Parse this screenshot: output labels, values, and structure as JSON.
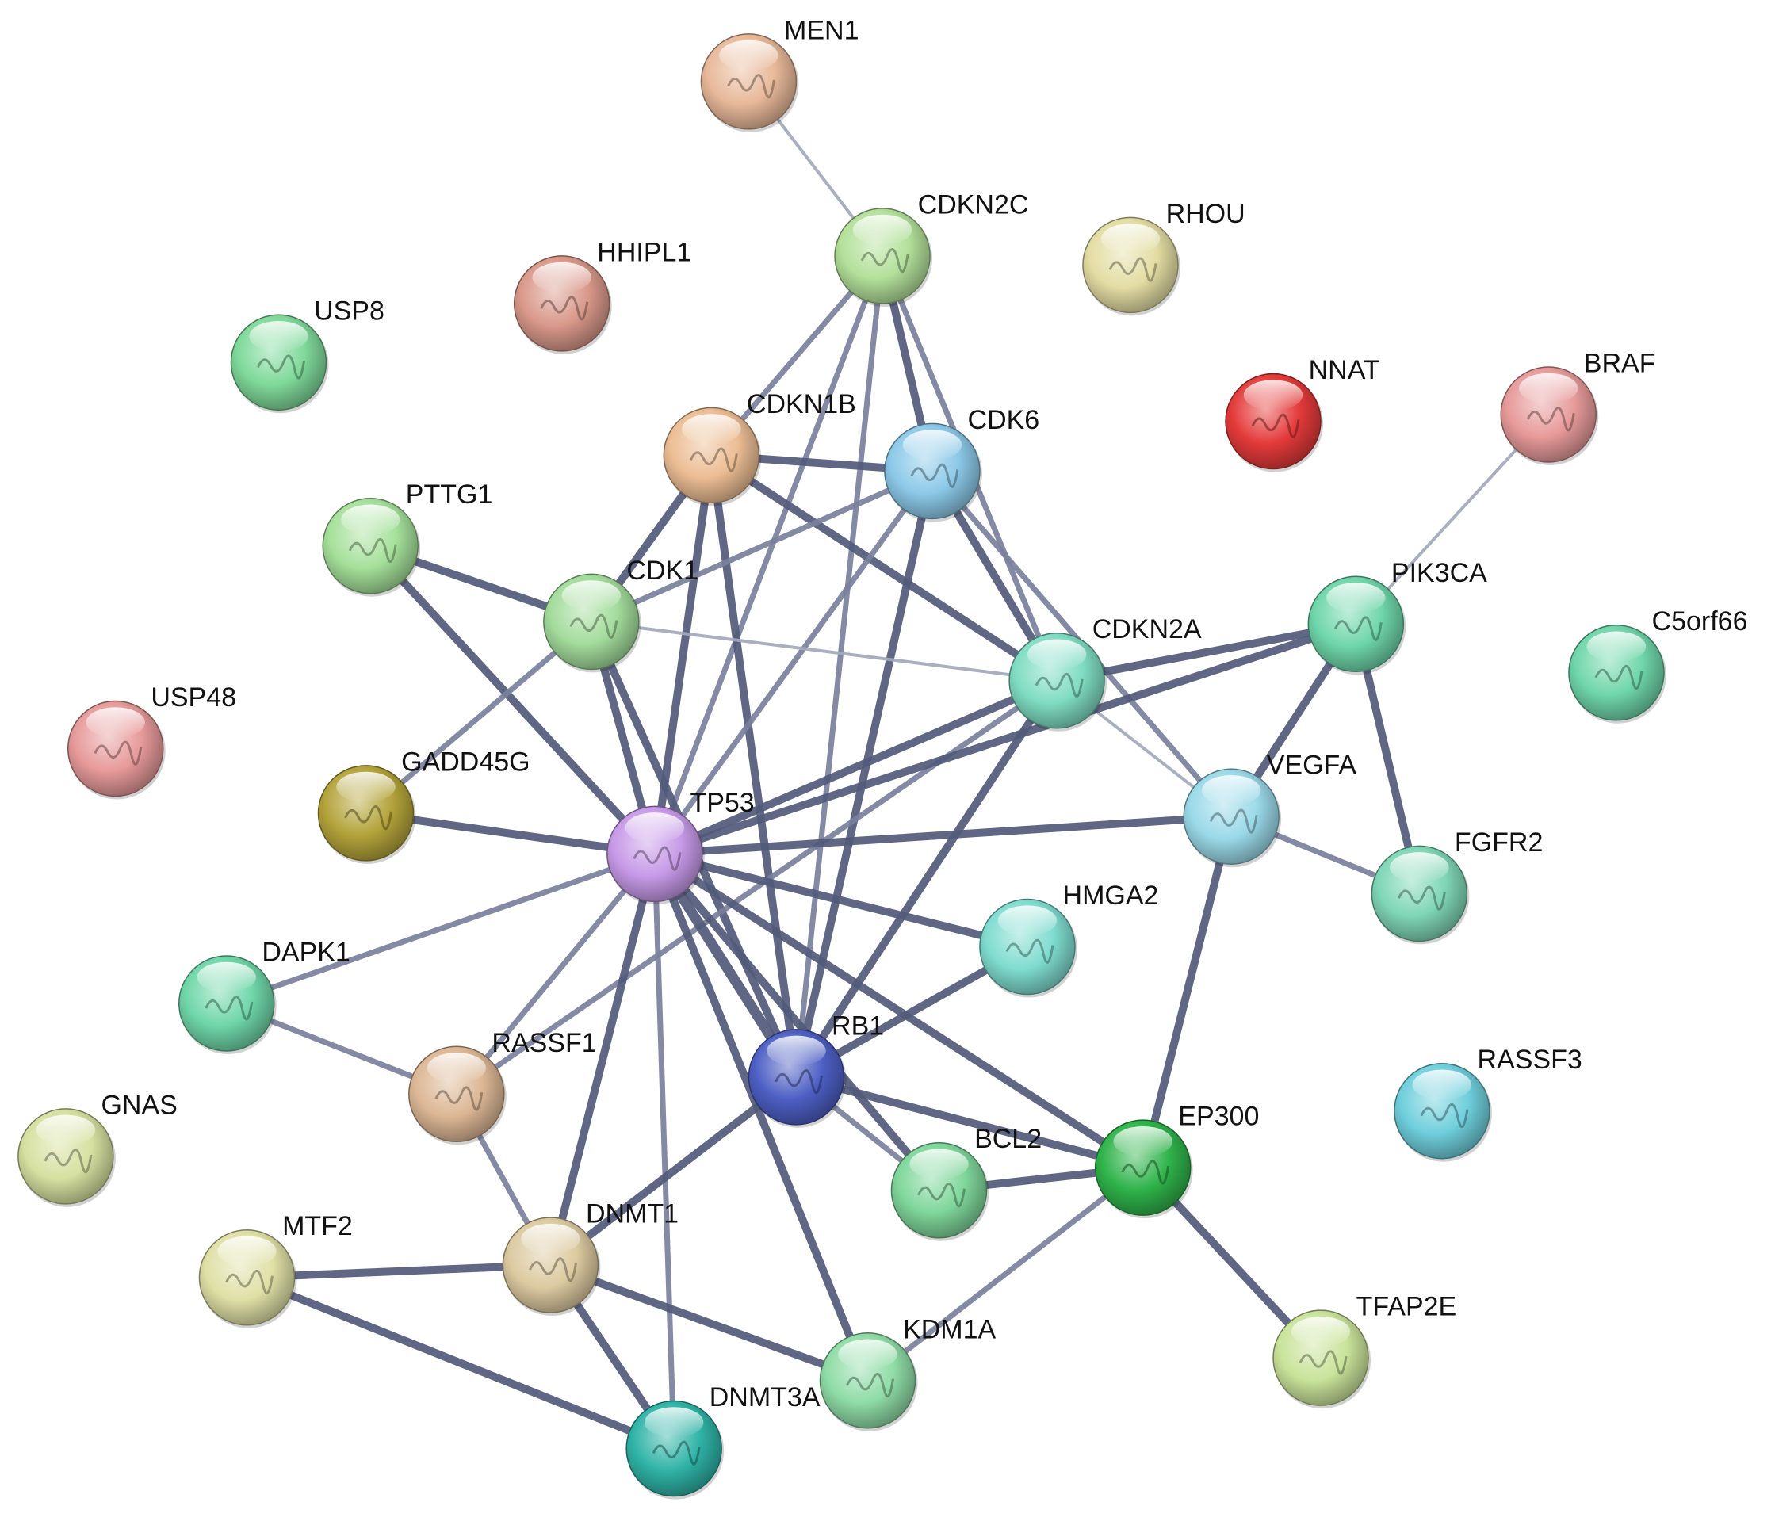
{
  "nodes": [
    {
      "id": "MEN1",
      "label": "MEN1",
      "color": "#e8b99a"
    },
    {
      "id": "CDKN2C",
      "label": "CDKN2C",
      "color": "#b3e09a"
    },
    {
      "id": "RHOU",
      "label": "RHOU",
      "color": "#e3dda3"
    },
    {
      "id": "HHIPL1",
      "label": "HHIPL1",
      "color": "#d9988a"
    },
    {
      "id": "USP8",
      "label": "USP8",
      "color": "#7fd99a"
    },
    {
      "id": "NNAT",
      "label": "NNAT",
      "color": "#e43a3a"
    },
    {
      "id": "BRAF",
      "label": "BRAF",
      "color": "#e79a9a"
    },
    {
      "id": "CDKN1B",
      "label": "CDKN1B",
      "color": "#ecbd94"
    },
    {
      "id": "CDK6",
      "label": "CDK6",
      "color": "#8cc9e8"
    },
    {
      "id": "PTTG1",
      "label": "PTTG1",
      "color": "#a5e09a"
    },
    {
      "id": "CDK1",
      "label": "CDK1",
      "color": "#a3dc9c"
    },
    {
      "id": "CDKN2A",
      "label": "CDKN2A",
      "color": "#7fdcc2"
    },
    {
      "id": "PIK3CA",
      "label": "PIK3CA",
      "color": "#6fd6aa"
    },
    {
      "id": "C5orf66",
      "label": "C5orf66",
      "color": "#6fd6aa"
    },
    {
      "id": "USP48",
      "label": "USP48",
      "color": "#e79a9a"
    },
    {
      "id": "GADD45G",
      "label": "GADD45G",
      "color": "#b3a33a"
    },
    {
      "id": "TP53",
      "label": "TP53",
      "color": "#c79ae8"
    },
    {
      "id": "VEGFA",
      "label": "VEGFA",
      "color": "#9ad9e8"
    },
    {
      "id": "FGFR2",
      "label": "FGFR2",
      "color": "#7fd6b6"
    },
    {
      "id": "HMGA2",
      "label": "HMGA2",
      "color": "#7fdccf"
    },
    {
      "id": "DAPK1",
      "label": "DAPK1",
      "color": "#6fd6a8"
    },
    {
      "id": "RASSF1",
      "label": "RASSF1",
      "color": "#dcb795"
    },
    {
      "id": "RB1",
      "label": "RB1",
      "color": "#4d5fc4"
    },
    {
      "id": "RASSF3",
      "label": "RASSF3",
      "color": "#6fcfdc"
    },
    {
      "id": "GNAS",
      "label": "GNAS",
      "color": "#d6e0a0"
    },
    {
      "id": "BCL2",
      "label": "BCL2",
      "color": "#7fd69a"
    },
    {
      "id": "EP300",
      "label": "EP300",
      "color": "#2fb34a"
    },
    {
      "id": "MTF2",
      "label": "MTF2",
      "color": "#dfe0a6"
    },
    {
      "id": "DNMT1",
      "label": "DNMT1",
      "color": "#dccaa0"
    },
    {
      "id": "KDM1A",
      "label": "KDM1A",
      "color": "#8fdca6"
    },
    {
      "id": "TFAP2E",
      "label": "TFAP2E",
      "color": "#c9e39a"
    },
    {
      "id": "DNMT3A",
      "label": "DNMT3A",
      "color": "#2fb3a6"
    }
  ],
  "edges": [
    [
      "MEN1",
      "CDKN2C",
      1
    ],
    [
      "CDKN2C",
      "CDK6",
      3
    ],
    [
      "CDKN2C",
      "CDKN2A",
      2
    ],
    [
      "CDKN2C",
      "CDKN1B",
      2
    ],
    [
      "CDKN2C",
      "TP53",
      2
    ],
    [
      "CDKN2C",
      "RB1",
      2
    ],
    [
      "CDKN1B",
      "CDK6",
      3
    ],
    [
      "CDKN1B",
      "CDK1",
      3
    ],
    [
      "CDKN1B",
      "TP53",
      3
    ],
    [
      "CDKN1B",
      "CDKN2A",
      3
    ],
    [
      "CDKN1B",
      "RB1",
      3
    ],
    [
      "CDK6",
      "CDK1",
      2
    ],
    [
      "CDK6",
      "CDKN2A",
      3
    ],
    [
      "CDK6",
      "RB1",
      3
    ],
    [
      "CDK6",
      "TP53",
      2
    ],
    [
      "CDK6",
      "VEGFA",
      2
    ],
    [
      "PTTG1",
      "CDK1",
      3
    ],
    [
      "PTTG1",
      "TP53",
      3
    ],
    [
      "CDK1",
      "TP53",
      3
    ],
    [
      "CDK1",
      "GADD45G",
      2
    ],
    [
      "CDK1",
      "CDKN2A",
      1
    ],
    [
      "CDK1",
      "RB1",
      3
    ],
    [
      "CDKN2A",
      "TP53",
      3
    ],
    [
      "CDKN2A",
      "RB1",
      3
    ],
    [
      "CDKN2A",
      "PIK3CA",
      3
    ],
    [
      "CDKN2A",
      "VEGFA",
      1
    ],
    [
      "CDKN2A",
      "RASSF1",
      2
    ],
    [
      "PIK3CA",
      "VEGFA",
      3
    ],
    [
      "PIK3CA",
      "FGFR2",
      3
    ],
    [
      "PIK3CA",
      "BRAF",
      1
    ],
    [
      "PIK3CA",
      "TP53",
      3
    ],
    [
      "VEGFA",
      "FGFR2",
      2
    ],
    [
      "VEGFA",
      "TP53",
      3
    ],
    [
      "VEGFA",
      "EP300",
      3
    ],
    [
      "GADD45G",
      "TP53",
      3
    ],
    [
      "TP53",
      "RB1",
      4
    ],
    [
      "TP53",
      "HMGA2",
      3
    ],
    [
      "TP53",
      "DAPK1",
      2
    ],
    [
      "TP53",
      "RASSF1",
      2
    ],
    [
      "TP53",
      "DNMT1",
      3
    ],
    [
      "TP53",
      "DNMT3A",
      2
    ],
    [
      "TP53",
      "KDM1A",
      3
    ],
    [
      "TP53",
      "EP300",
      3
    ],
    [
      "TP53",
      "BCL2",
      3
    ],
    [
      "HMGA2",
      "RB1",
      3
    ],
    [
      "RB1",
      "BCL2",
      2
    ],
    [
      "RB1",
      "EP300",
      3
    ],
    [
      "RB1",
      "DNMT1",
      3
    ],
    [
      "DAPK1",
      "RASSF1",
      2
    ],
    [
      "RASSF1",
      "DNMT1",
      2
    ],
    [
      "BCL2",
      "EP300",
      3
    ],
    [
      "EP300",
      "KDM1A",
      2
    ],
    [
      "EP300",
      "TFAP2E",
      3
    ],
    [
      "DNMT1",
      "MTF2",
      3
    ],
    [
      "DNMT1",
      "DNMT3A",
      3
    ],
    [
      "DNMT1",
      "KDM1A",
      3
    ],
    [
      "MTF2",
      "DNMT3A",
      3
    ]
  ]
}
